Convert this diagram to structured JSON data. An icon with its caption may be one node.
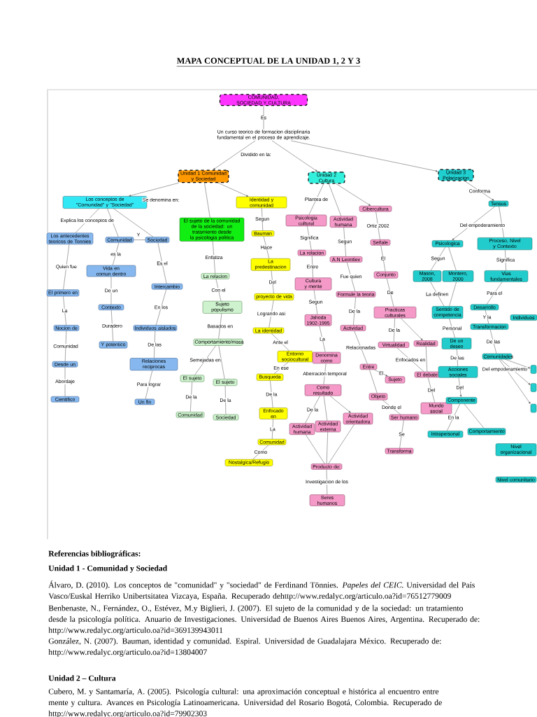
{
  "diagram": {
    "title": "MAPA CONCEPTUAL DE LA UNIDAD 1, 2 Y 3",
    "nodes": [
      {
        "text": [
          "COMUNIDAD, SOCIEDAD Y CULTURA"
        ]
      },
      {
        "text": [
          "Un curso teorico de formacion disciplinaria fundamental en el proceso de aprendizaje."
        ]
      },
      {
        "text": [
          "Unidad 1 Comunidad y Sociedad"
        ]
      },
      {
        "text": [
          "Unidad 2 Cultura"
        ]
      },
      {
        "text": [
          "Unidad 3 Polarizacion"
        ]
      },
      {
        "text": [
          "Los conceptos de \"Comunidad\" y \"Sociedad\""
        ]
      },
      {
        "text": [
          "Identidad y comunidad"
        ]
      },
      {
        "text": [
          "El sujeto de la comunidad de la sociedad: un tratamiento desde la psicologia politica"
        ]
      },
      {
        "text": [
          "Los antecedentes teoricos de Tonnies"
        ]
      },
      {
        "text": [
          "Comunidad"
        ]
      },
      {
        "text": [
          "Sociedad"
        ]
      },
      {
        "text": [
          "Vida en comun dentro"
        ]
      },
      {
        "text": [
          "Intercambio"
        ]
      },
      {
        "text": [
          "El primero en"
        ]
      },
      {
        "text": [
          "Contexto"
        ]
      },
      {
        "text": [
          "Individuos aislados"
        ]
      },
      {
        "text": [
          "Nocion de"
        ]
      },
      {
        "text": [
          "Y potentico"
        ]
      },
      {
        "text": [
          "Relaciones reciprocas"
        ]
      },
      {
        "text": [
          "Desde un"
        ]
      },
      {
        "text": [
          "Cientifico"
        ]
      },
      {
        "text": [
          "Un fin"
        ]
      },
      {
        "text": [
          "La relacion"
        ]
      },
      {
        "text": [
          "Sujeto populismo"
        ]
      },
      {
        "text": [
          "Comportamiento/masa"
        ]
      },
      {
        "text": [
          "El sujeto"
        ]
      },
      {
        "text": [
          "El sujeto"
        ]
      },
      {
        "text": [
          "Comunidad"
        ]
      },
      {
        "text": [
          "Sociedad"
        ]
      },
      {
        "text": [
          "Bauman"
        ]
      },
      {
        "text": [
          "La predestinacion"
        ]
      },
      {
        "text": [
          "proyecto de vida"
        ]
      },
      {
        "text": [
          "La identidad"
        ]
      },
      {
        "text": [
          "Entorno sociocultural"
        ]
      },
      {
        "text": [
          "Busqueda"
        ]
      },
      {
        "text": [
          "Enfocado en"
        ]
      },
      {
        "text": [
          "Comunidad"
        ]
      },
      {
        "text": [
          "Nostalgica/Refugio"
        ]
      },
      {
        "text": [
          "Psicologia cultural"
        ]
      },
      {
        "text": [
          "Actividad humana"
        ]
      },
      {
        "text": [
          "Cibercultura"
        ]
      },
      {
        "text": [
          "La relacion"
        ]
      },
      {
        "text": [
          "A.N Leontiev"
        ]
      },
      {
        "text": [
          "Señale"
        ]
      },
      {
        "text": [
          "Cultura y mente"
        ]
      },
      {
        "text": [
          "Formule la teoria"
        ]
      },
      {
        "text": [
          "Conjunto"
        ]
      },
      {
        "text": [
          "Jahoda 1902-1995"
        ]
      },
      {
        "text": [
          "Practicas culturales"
        ]
      },
      {
        "text": [
          "Actividad"
        ]
      },
      {
        "text": [
          "Denomina como"
        ]
      },
      {
        "text": [
          "Virtualidad"
        ]
      },
      {
        "text": [
          "Realidad"
        ]
      },
      {
        "text": [
          "Entre"
        ]
      },
      {
        "text": [
          "Como resultado"
        ]
      },
      {
        "text": [
          "Sujeto"
        ]
      },
      {
        "text": [
          "El debate"
        ]
      },
      {
        "text": [
          "Objeto"
        ]
      },
      {
        "text": [
          "Actividad humana"
        ]
      },
      {
        "text": [
          "Actividad externa"
        ]
      },
      {
        "text": [
          "Actividad orientadora"
        ]
      },
      {
        "text": [
          "Ser humano"
        ]
      },
      {
        "text": [
          "Mundo social"
        ]
      },
      {
        "text": [
          "Producto de:"
        ]
      },
      {
        "text": [
          "Transforma"
        ]
      },
      {
        "text": [
          "Seres humanos"
        ]
      },
      {
        "text": [
          "Tensus"
        ]
      },
      {
        "text": [
          "Psicologica"
        ]
      },
      {
        "text": [
          "Proceso, Nivel y Contexto"
        ]
      },
      {
        "text": [
          "Mason, 2008"
        ]
      },
      {
        "text": [
          "Montero, 2000"
        ]
      },
      {
        "text": [
          "Vias fundamentales"
        ]
      },
      {
        "text": [
          "Sentido de competencia"
        ]
      },
      {
        "text": [
          "Desarrollo"
        ]
      },
      {
        "text": [
          "Individuos"
        ]
      },
      {
        "text": [
          "Transformacion"
        ]
      },
      {
        "text": [
          "De un deseo"
        ]
      },
      {
        "text": [
          "Comunidades"
        ]
      },
      {
        "text": [
          "Acciones sociales"
        ]
      },
      {
        "text": [
          "Componente"
        ]
      },
      {
        "text": [
          "Intrapersonal"
        ]
      },
      {
        "text": [
          "Comportamiento"
        ]
      },
      {
        "text": [
          "Nivel organizacional"
        ]
      },
      {
        "text": [
          "Nivel comunitario"
        ]
      },
      {
        "text": [],
        "shape": "box"
      },
      {
        "text": [],
        "shape": "box"
      },
      {
        "text": [],
        "shape": "box"
      }
    ],
    "edges": [
      {
        "from": 0,
        "to": 1,
        "label": "Es",
        "arrow": "none"
      },
      {
        "from": 1,
        "to": 2,
        "label": "Dividido en la:",
        "arrow": "to"
      },
      {
        "from": 1,
        "to": 3,
        "arrow": "to"
      },
      {
        "from": 1,
        "to": 4,
        "arrow": "to"
      },
      {
        "from": 2,
        "to": 5,
        "label": "Se denomina en:",
        "arrow": "to"
      },
      {
        "from": 2,
        "to": 6,
        "arrow": "to"
      },
      {
        "from": 2,
        "to": 7,
        "arrow": "none"
      },
      {
        "from": 5,
        "to": 8,
        "label": "Explica los conceptos de",
        "arrow": "none"
      },
      {
        "from": 5,
        "to": 9,
        "arrow": "none"
      },
      {
        "from": 5,
        "to": 10,
        "arrow": "none"
      },
      {
        "from": 9,
        "to": 10,
        "label": "Y",
        "arrow": "none"
      },
      {
        "from": 8,
        "to": 13,
        "label": "Quien fue",
        "arrow": "none"
      },
      {
        "from": 9,
        "to": 11,
        "label": "es la",
        "arrow": "none"
      },
      {
        "from": 10,
        "to": 12,
        "label": "Es el",
        "arrow": "none"
      },
      {
        "from": 11,
        "to": 14,
        "label": "De un",
        "arrow": "none"
      },
      {
        "from": 12,
        "to": 15,
        "label": "En los",
        "arrow": "none"
      },
      {
        "from": 13,
        "to": 16,
        "label": "La",
        "arrow": "none"
      },
      {
        "from": 14,
        "to": 17,
        "label": "Duradero",
        "arrow": "none"
      },
      {
        "from": 15,
        "to": 18,
        "label": "De las",
        "arrow": "none"
      },
      {
        "from": 16,
        "to": 19,
        "label": "Comunidad",
        "arrow": "none"
      },
      {
        "from": 18,
        "to": 21,
        "label": "Para lograr",
        "arrow": "none"
      },
      {
        "from": 19,
        "to": 20,
        "label": "Abordaje",
        "arrow": "none"
      },
      {
        "from": 7,
        "to": 22,
        "label": "Enfatiza",
        "arrow": "none"
      },
      {
        "from": 22,
        "to": 23,
        "label": "Con el",
        "arrow": "none"
      },
      {
        "from": 23,
        "to": 24,
        "label": "Basados en",
        "arrow": "none"
      },
      {
        "from": 24,
        "to": 25,
        "label": "Semejadas en",
        "arrow": "none"
      },
      {
        "from": 24,
        "to": 26,
        "arrow": "none"
      },
      {
        "from": 25,
        "to": 27,
        "label": "De la",
        "arrow": "none"
      },
      {
        "from": 26,
        "to": 28,
        "label": "De la",
        "arrow": "none"
      },
      {
        "from": 6,
        "to": 29,
        "label": "Segun",
        "arrow": "none"
      },
      {
        "from": 29,
        "to": 30,
        "label": "Hace",
        "arrow": "none"
      },
      {
        "from": 30,
        "to": 31,
        "label": "Del",
        "arrow": "none"
      },
      {
        "from": 31,
        "to": 32,
        "label": "Logrando asi",
        "arrow": "none"
      },
      {
        "from": 32,
        "to": 33,
        "label": "Ante el",
        "arrow": "none"
      },
      {
        "from": 33,
        "to": 34,
        "label": "En ese",
        "arrow": "none"
      },
      {
        "from": 34,
        "to": 35,
        "label": "De la",
        "arrow": "none"
      },
      {
        "from": 35,
        "to": 36,
        "label": "La",
        "arrow": "none"
      },
      {
        "from": 36,
        "to": 37,
        "label": "Como",
        "arrow": "none"
      },
      {
        "from": 3,
        "to": 38,
        "label": "Plantea de",
        "arrow": "none"
      },
      {
        "from": 3,
        "to": 39,
        "arrow": "none"
      },
      {
        "from": 3,
        "to": 40,
        "arrow": "to"
      },
      {
        "from": 38,
        "to": 41,
        "label": "Significa",
        "arrow": "none"
      },
      {
        "from": 41,
        "to": 44,
        "label": "Entre",
        "arrow": "none"
      },
      {
        "from": 44,
        "to": 47,
        "label": "Segun",
        "arrow": "none"
      },
      {
        "from": 39,
        "to": 42,
        "label": "Segun",
        "arrow": "none"
      },
      {
        "from": 42,
        "to": 45,
        "label": "Fue quien",
        "arrow": "none"
      },
      {
        "from": 45,
        "to": 49,
        "label": "De la",
        "arrow": "none"
      },
      {
        "from": 40,
        "to": 43,
        "label": "Ortiz 2002",
        "arrow": "none"
      },
      {
        "from": 43,
        "to": 46,
        "label": "El",
        "arrow": "none"
      },
      {
        "from": 46,
        "to": 48,
        "label": "De",
        "arrow": "none"
      },
      {
        "from": 48,
        "to": 51,
        "label": "De la",
        "arrow": "none"
      },
      {
        "from": 48,
        "to": 52,
        "arrow": "to"
      },
      {
        "from": 51,
        "to": 56,
        "label": "Enfocados en",
        "arrow": "none"
      },
      {
        "from": 52,
        "to": 56,
        "arrow": "none"
      },
      {
        "from": 56,
        "to": 62,
        "label": "Del",
        "arrow": "none"
      },
      {
        "from": 49,
        "to": 53,
        "label": "Relacionadas",
        "arrow": "none"
      },
      {
        "from": 53,
        "to": 55,
        "label": "El",
        "arrow": "to"
      },
      {
        "from": 53,
        "to": 57,
        "arrow": "none"
      },
      {
        "from": 57,
        "to": 61,
        "label": "Donde el",
        "arrow": "none"
      },
      {
        "from": 61,
        "to": 64,
        "label": "Se",
        "arrow": "none"
      },
      {
        "from": 47,
        "to": 50,
        "label": "La",
        "arrow": "none"
      },
      {
        "from": 50,
        "to": 54,
        "label": "Aberracion temporal",
        "arrow": "none"
      },
      {
        "from": 54,
        "to": 58,
        "label": "De la",
        "arrow": "none"
      },
      {
        "from": 54,
        "to": 59,
        "arrow": "none"
      },
      {
        "from": 54,
        "to": 60,
        "arrow": "to"
      },
      {
        "from": 58,
        "to": 63,
        "arrow": "none"
      },
      {
        "from": 59,
        "to": 63,
        "arrow": "none"
      },
      {
        "from": 60,
        "to": 63,
        "arrow": "none"
      },
      {
        "from": 63,
        "to": 65,
        "label": "Investigacion de los",
        "arrow": "none"
      },
      {
        "from": 4,
        "to": 66,
        "label": "Conforma",
        "arrow": "to"
      },
      {
        "from": 66,
        "to": 67,
        "label": "Del empoderamiento",
        "arrow": "to"
      },
      {
        "from": 66,
        "to": 68,
        "arrow": "none"
      },
      {
        "from": 67,
        "to": 69,
        "label": "Segun",
        "arrow": "none"
      },
      {
        "from": 67,
        "to": 70,
        "arrow": "none"
      },
      {
        "from": 68,
        "to": 71,
        "label": "Significa",
        "arrow": "none"
      },
      {
        "from": 69,
        "to": 72,
        "label": "La definen",
        "arrow": "none"
      },
      {
        "from": 70,
        "to": 72,
        "arrow": "none"
      },
      {
        "from": 72,
        "to": 76,
        "label": "Personal",
        "arrow": "none"
      },
      {
        "from": 71,
        "to": 73,
        "label": "Para el",
        "arrow": "none"
      },
      {
        "from": 73,
        "to": 75,
        "label": "Y la",
        "arrow": "none"
      },
      {
        "from": 75,
        "to": 77,
        "label": "De las",
        "arrow": "none"
      },
      {
        "from": 77,
        "to": 84,
        "label": "Del empoderamiento",
        "arrow": "to"
      },
      {
        "from": 77,
        "to": 85,
        "arrow": "to"
      },
      {
        "from": 77,
        "to": 86,
        "arrow": "to"
      },
      {
        "from": 76,
        "to": 78,
        "label": "De las",
        "arrow": "none"
      },
      {
        "from": 78,
        "to": 79,
        "label": "Del",
        "arrow": "to"
      },
      {
        "from": 79,
        "to": 80,
        "label": "En la",
        "arrow": "none"
      },
      {
        "from": 79,
        "to": 81,
        "arrow": "none"
      }
    ],
    "labels": [
      "Referencias bibliográficas:",
      "Unidad 1 - Comunidad y Sociedad",
      "Álvaro, D. (2010). Los conceptos de \"comunidad\" y \"sociedad\" de Ferdinand Tönnies. *Papeles del CEIC.* Universidad del País Vasco/Euskal Herriko Unibertsitatea Vizcaya, España. Recuperado dehttp://www.redalyc.org/articulo.oa?id=76512779009",
      "Benbenaste, N., Fernández, O., Estévez, M.y Biglieri, J. (2007). El sujeto de la comunidad y de la sociedad: un tratamiento desde la psicología política. Anuario de Investigaciones. Universidad de Buenos Aires Buenos Aires, Argentina. Recuperado de: http://www.redalyc.org/articulo.oa?id=369139943011",
      "González, N. (2007). Bauman, identidad y comunidad. Espiral. Universidad de Guadalajara México. Recuperado de: http://www.redalyc.org/articulo.oa?id=13804007",
      "Unidad 2 – Cultura",
      "Cubero, M. y Santamaría, A. (2005). Psicología cultural: una aproximación conceptual e histórica al encuentro entre mente y cultura. Avances en Psicología Latinoamericana. Universidad del Rosario Bogotá, Colombia. Recuperado de http://www.redalyc.org/articulo.oa?id=79902303"
    ]
  }
}
